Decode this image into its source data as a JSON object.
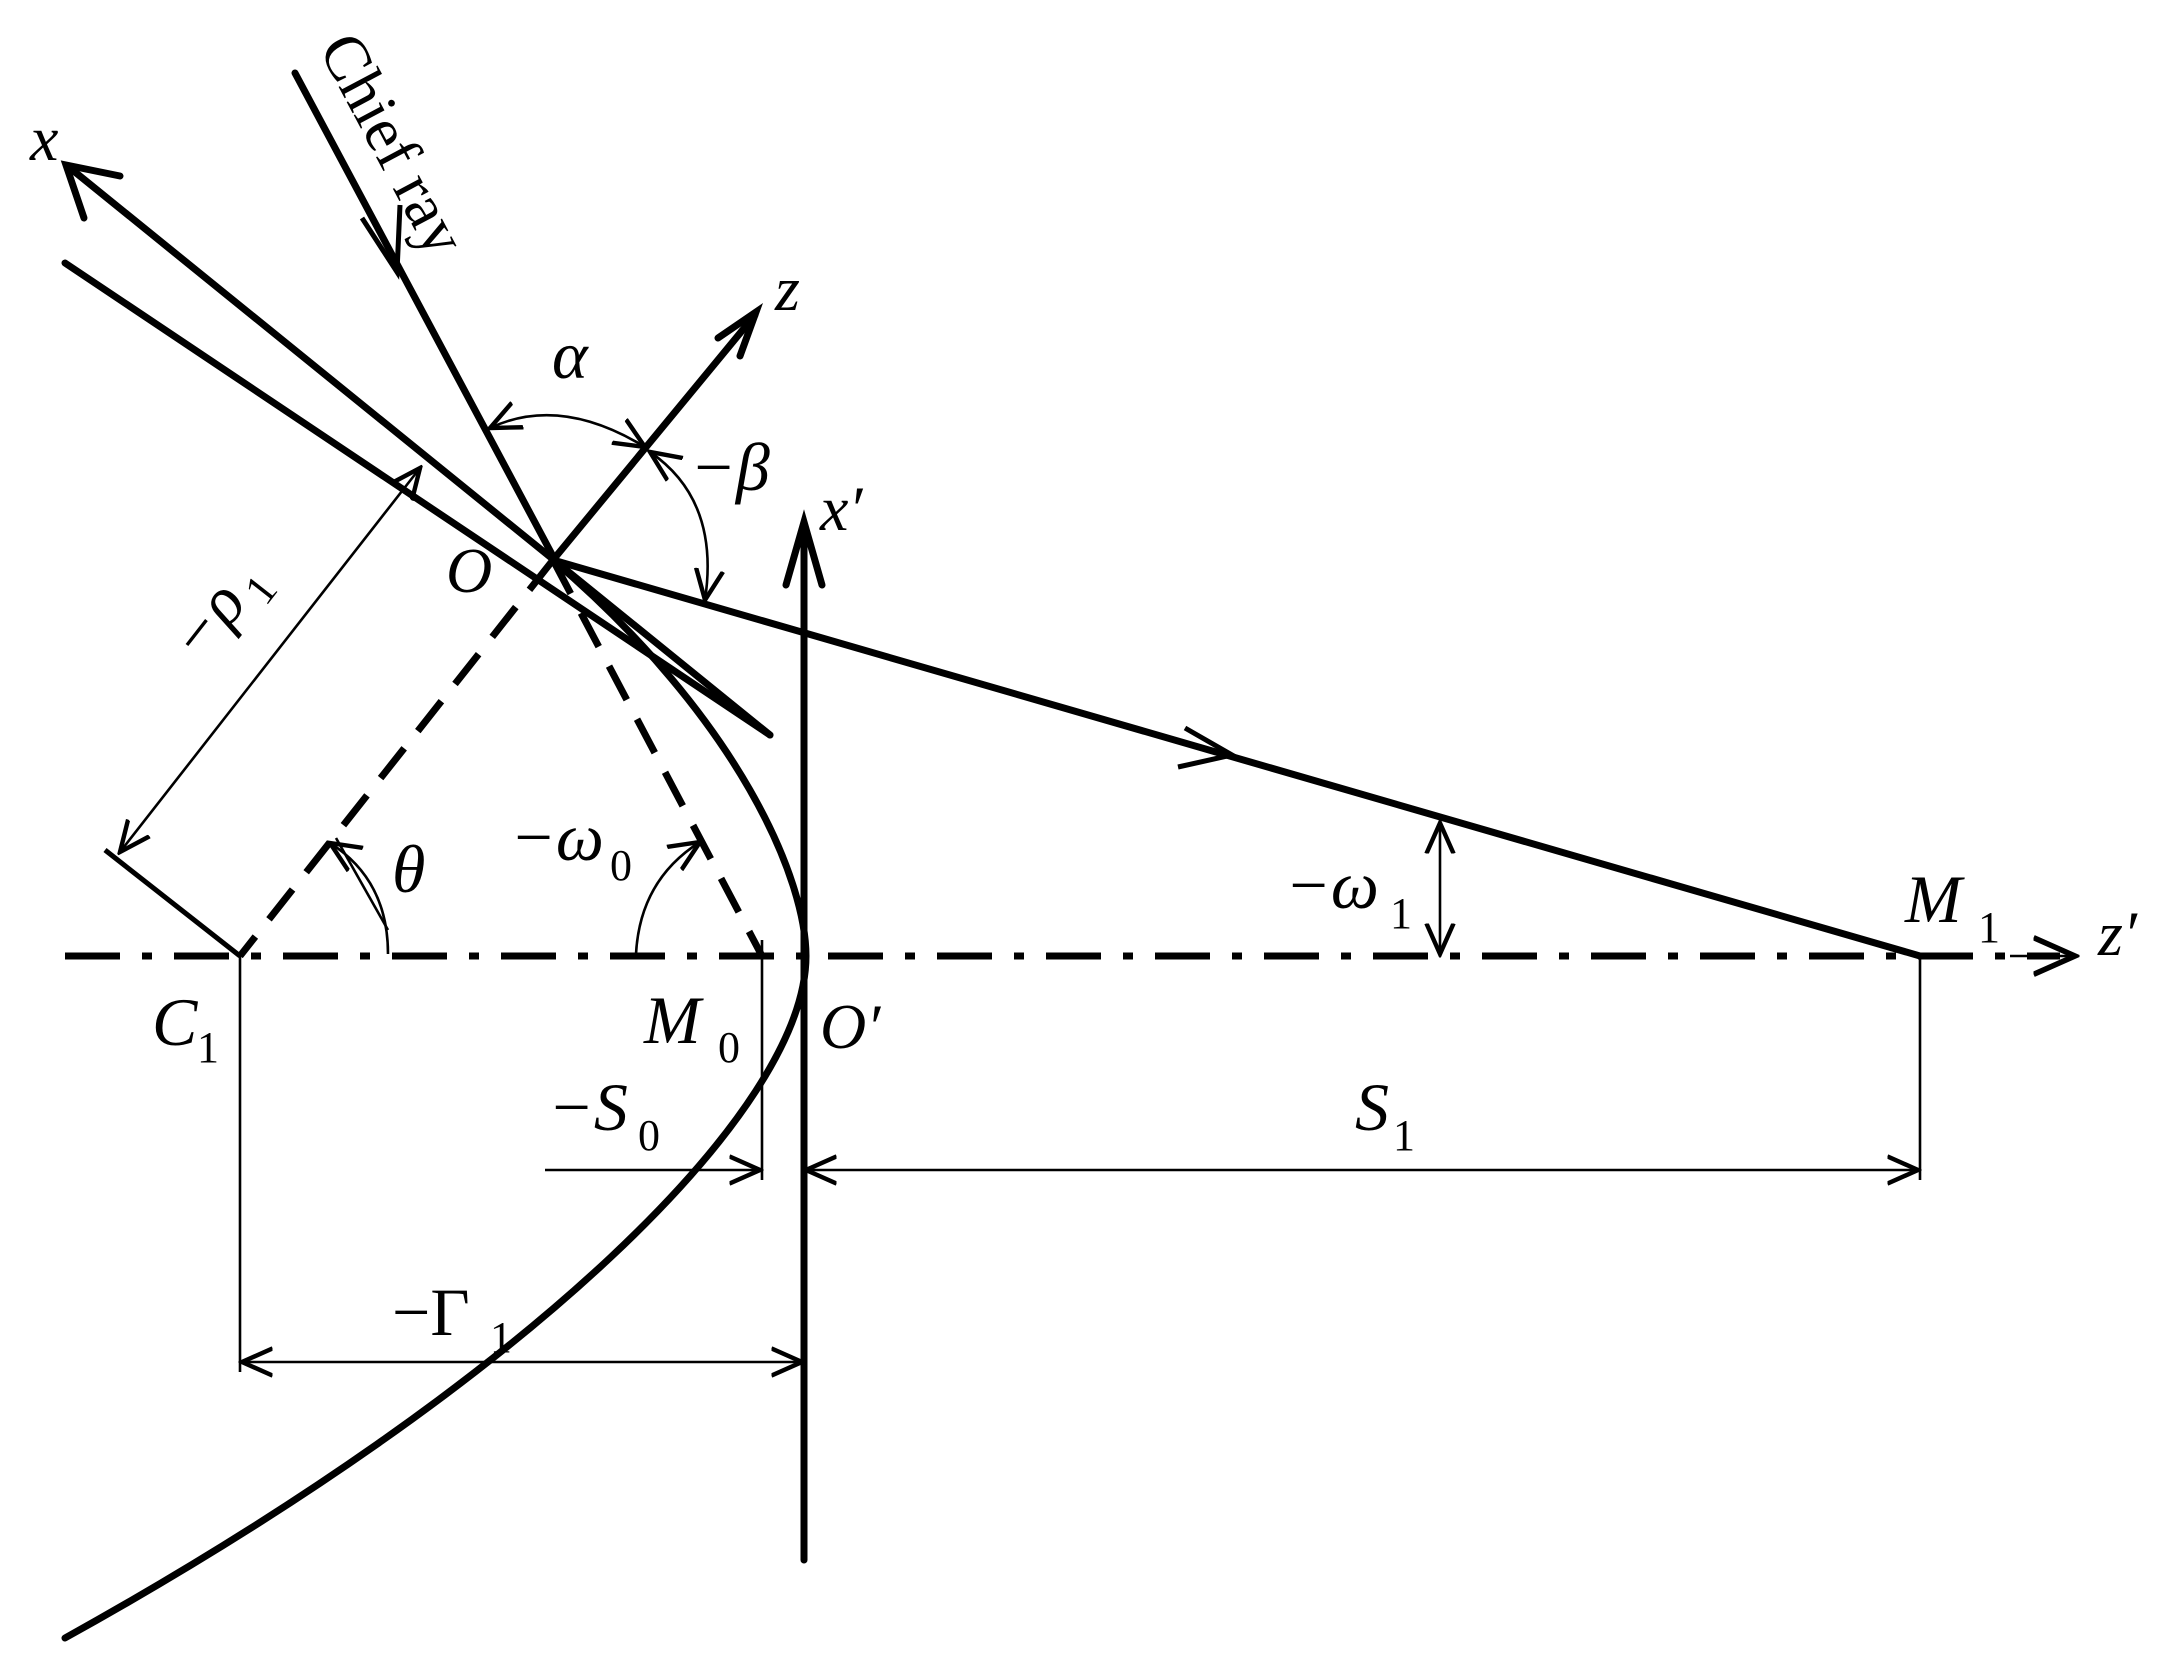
{
  "labels": {
    "chief_ray": "Chief ray",
    "x": "x",
    "z": "z",
    "x_prime": "x′",
    "z_prime": "z′",
    "alpha": "α",
    "minus_beta": "−β",
    "origin": "O",
    "origin_prime": "O′",
    "minus_rho1_sign": "−ρ",
    "rho1_sub": "1",
    "theta": "θ",
    "minus_omega0": "−ω",
    "omega0_sub": "0",
    "minus_omega1": "−ω",
    "omega1_sub": "1",
    "C1": "C",
    "C1_sub": "1",
    "M0": "M",
    "M0_sub": "0",
    "M1": "M",
    "M1_sub": "1",
    "minus_S0": "−S",
    "S0_sub": "0",
    "S1": "S",
    "S1_sub": "1",
    "minus_Gamma1": "−Γ",
    "Gamma1_sub": "1"
  }
}
